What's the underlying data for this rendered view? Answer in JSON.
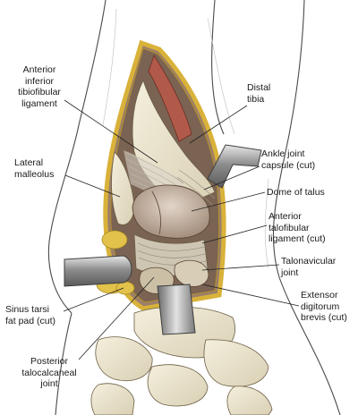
{
  "labels": {
    "anterior_inferior_tibiofibular_ligament": "Anterior\ninferior\ntibiofibular\nligament",
    "distal_tibia": "Distal\ntibia",
    "lateral_malleolus": "Lateral\nmalleolus",
    "ankle_joint_capsule": "Ankle joint\ncapsule (cut)",
    "dome_of_talus": "Dome of talus",
    "anterior_talofibular_ligament": "Anterior\ntalofibular\nligament (cut)",
    "talonavicular_joint": "Talonavicular\njoint",
    "extensor_digitorum_brevis": "Extensor\ndigitorum\nbrevis (cut)",
    "sinus_tarsi_fat_pad": "Sinus tarsi\nfat pad (cut)",
    "posterior_talocalcaneal_joint": "Posterior\ntalocalcaneal\njoint"
  },
  "colors": {
    "skin_outline": "#4a4a4a",
    "fat_edge": "#d9b23a",
    "retractor": "#8c8c8c",
    "ligament": "#d9d4c8",
    "talus": "#c9b7a8",
    "bone": "#efe9d6",
    "leader_line": "#222222"
  }
}
